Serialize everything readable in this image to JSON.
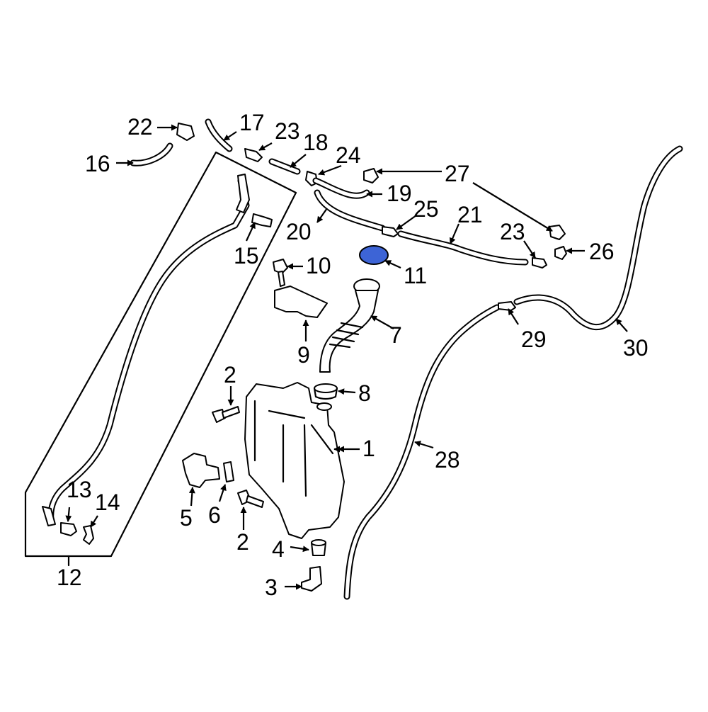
{
  "highlight_color": "#3d64d6",
  "callouts": {
    "c1": "1",
    "c2a": "2",
    "c2b": "2",
    "c3": "3",
    "c4": "4",
    "c5": "5",
    "c6": "6",
    "c7": "7",
    "c8": "8",
    "c9": "9",
    "c10": "10",
    "c11": "11",
    "c12": "12",
    "c13": "13",
    "c14": "14",
    "c15": "15",
    "c16": "16",
    "c17": "17",
    "c18": "18",
    "c19": "19",
    "c20": "20",
    "c21": "21",
    "c22": "22",
    "c23a": "23",
    "c23b": "23",
    "c24": "24",
    "c25": "25",
    "c26": "26",
    "c27": "27",
    "c28": "28",
    "c29": "29",
    "c30": "30"
  }
}
